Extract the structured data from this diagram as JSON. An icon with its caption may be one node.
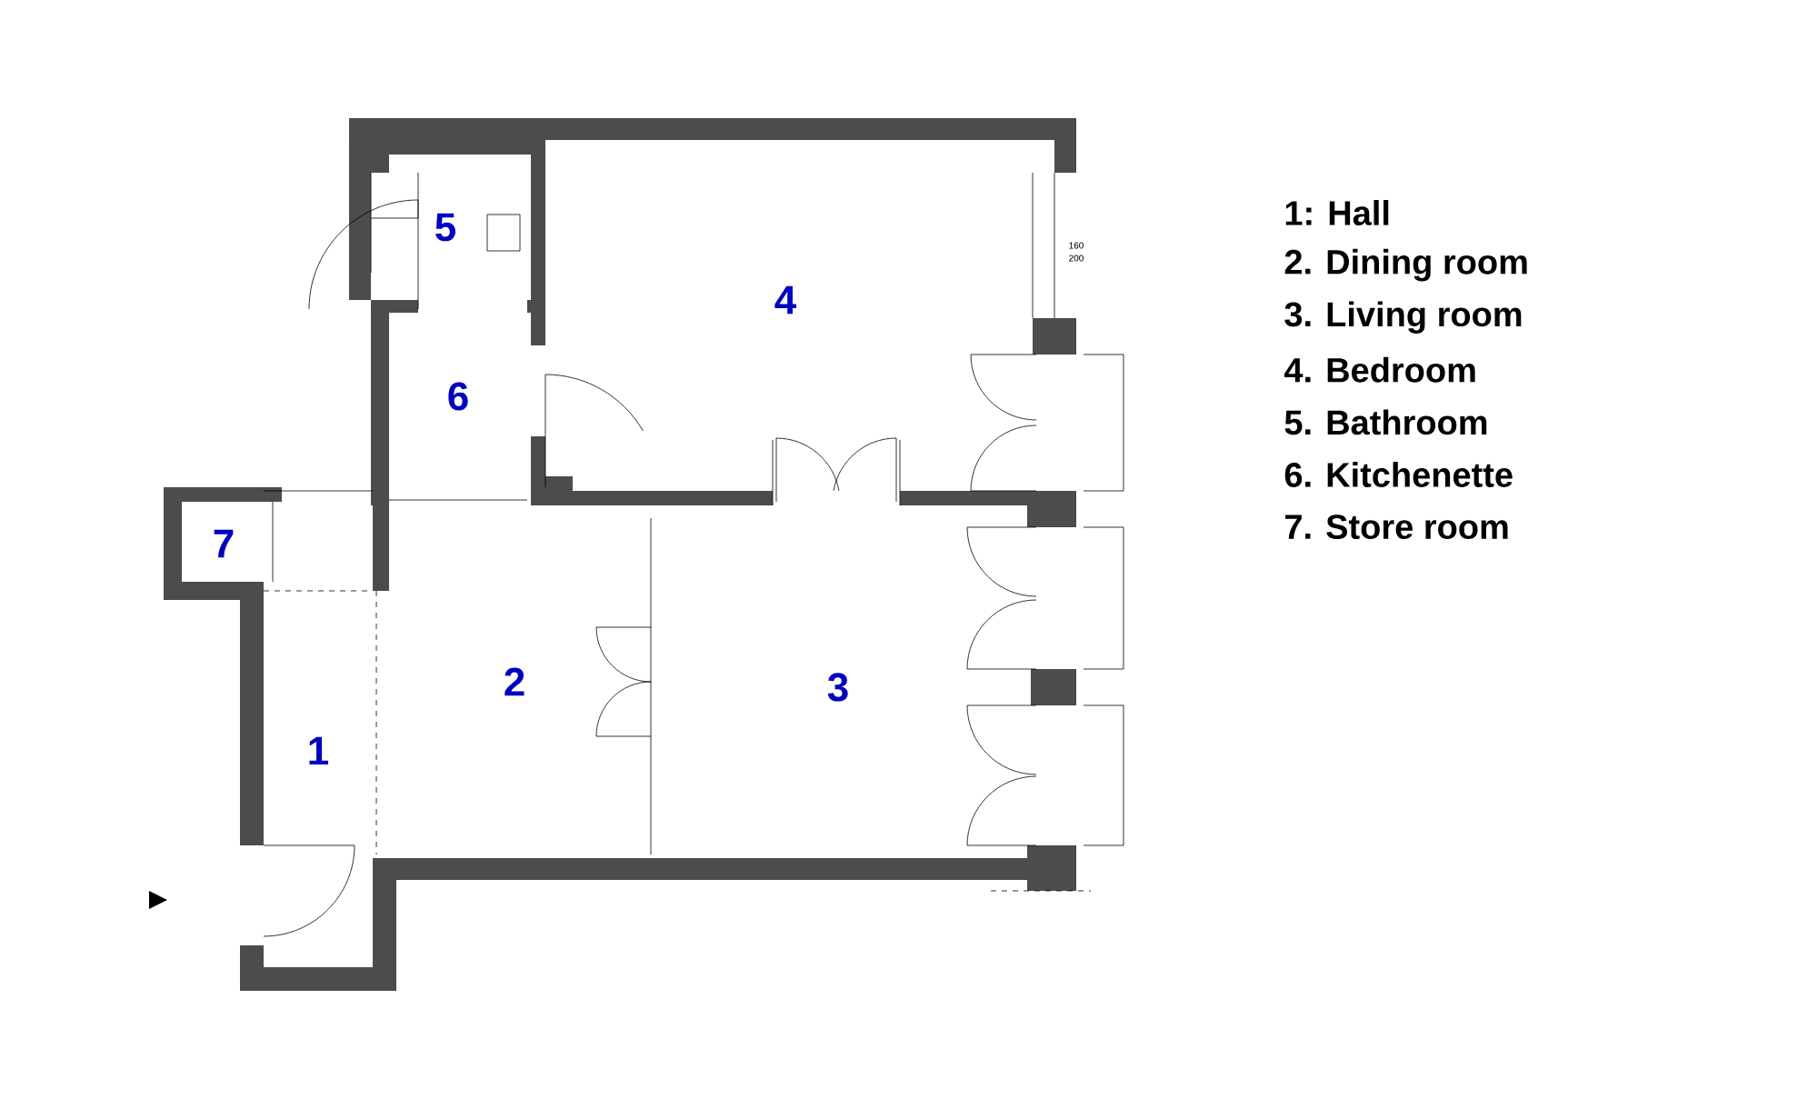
{
  "diagram": {
    "labels": [
      "5",
      "4",
      "6",
      "7",
      "2",
      "3",
      "1",
      "160",
      "200",
      "1: Hall",
      "2. Dining room",
      "3. Living room",
      "4. Bedroom",
      "5. Bathroom",
      "6. Kitchenette",
      "7. Store room"
    ]
  }
}
